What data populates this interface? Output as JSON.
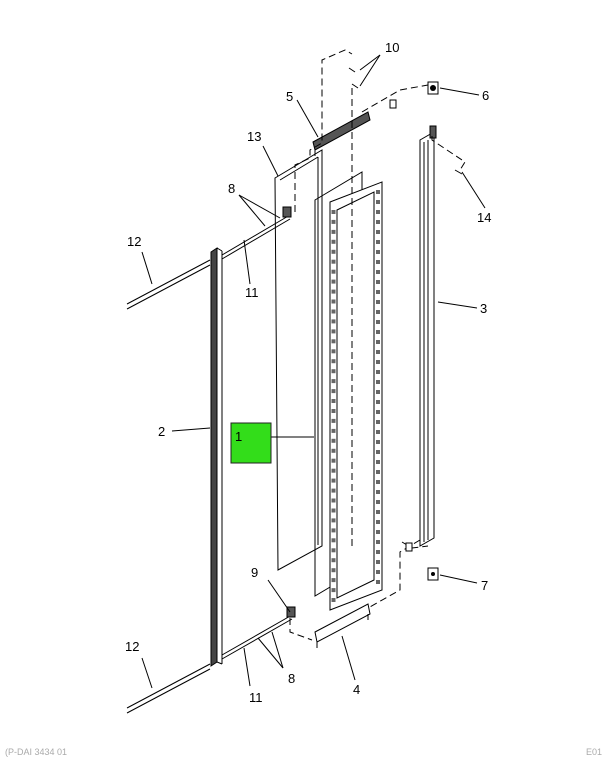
{
  "diagram": {
    "callouts": [
      {
        "id": "c1",
        "label": "1",
        "highlighted": true
      },
      {
        "id": "c2",
        "label": "2"
      },
      {
        "id": "c3",
        "label": "3"
      },
      {
        "id": "c4",
        "label": "4"
      },
      {
        "id": "c5",
        "label": "5"
      },
      {
        "id": "c6",
        "label": "6"
      },
      {
        "id": "c7",
        "label": "7"
      },
      {
        "id": "c8a",
        "label": "8"
      },
      {
        "id": "c8b",
        "label": "8"
      },
      {
        "id": "c9",
        "label": "9"
      },
      {
        "id": "c10",
        "label": "10"
      },
      {
        "id": "c11a",
        "label": "11"
      },
      {
        "id": "c11b",
        "label": "11"
      },
      {
        "id": "c12a",
        "label": "12"
      },
      {
        "id": "c12b",
        "label": "12"
      },
      {
        "id": "c13",
        "label": "13"
      },
      {
        "id": "c14",
        "label": "14"
      }
    ],
    "highlight_color": "#33dd1a"
  },
  "footer": {
    "left": "(P-DAI 3434 01",
    "right": "E01"
  }
}
